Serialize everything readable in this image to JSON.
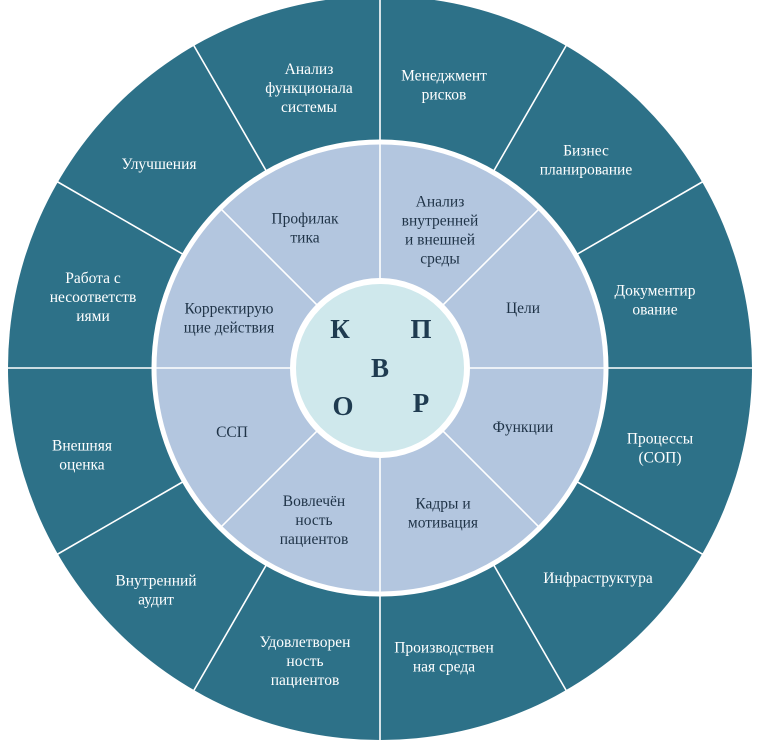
{
  "colors": {
    "outer_ring": "#2d7188",
    "middle_ring": "#b3c6df",
    "inner_circle": "#cfe8ec",
    "separator": "#ffffff",
    "outer_text": "#ffffff",
    "middle_text": "#1f3347",
    "center_text": "#1f3b50"
  },
  "center": {
    "letters": [
      {
        "id": "k",
        "text": "К"
      },
      {
        "id": "p",
        "text": "П"
      },
      {
        "id": "v",
        "text": "В"
      },
      {
        "id": "o",
        "text": "О"
      },
      {
        "id": "r",
        "text": "Р"
      }
    ]
  },
  "middle_ring": [
    {
      "id": "profilaktika",
      "lines": [
        "Профилак",
        "тика"
      ]
    },
    {
      "id": "analiz-sredy",
      "lines": [
        "Анализ",
        "внутренней",
        "и внешней",
        "среды"
      ]
    },
    {
      "id": "tseli",
      "lines": [
        "Цели"
      ]
    },
    {
      "id": "funktsii",
      "lines": [
        "Функции"
      ]
    },
    {
      "id": "kadry",
      "lines": [
        "Кадры и",
        "мотивация"
      ]
    },
    {
      "id": "vovlechennost",
      "lines": [
        "Вовлечён",
        "ность",
        "пациентов"
      ]
    },
    {
      "id": "ssp",
      "lines": [
        "ССП"
      ]
    },
    {
      "id": "korrektiruyushchie",
      "lines": [
        "Корректирую",
        "щие действия"
      ]
    }
  ],
  "outer_ring": [
    {
      "id": "menedzhment-riskov",
      "lines": [
        "Менеджмент",
        "рисков"
      ]
    },
    {
      "id": "biznes-planirovanie",
      "lines": [
        "Бизнес",
        "планирование"
      ]
    },
    {
      "id": "dokumentirovanie",
      "lines": [
        "Документир",
        "ование"
      ]
    },
    {
      "id": "protsessy",
      "lines": [
        "Процессы",
        "(СОП)"
      ]
    },
    {
      "id": "infrastruktura",
      "lines": [
        "Инфраструктура"
      ]
    },
    {
      "id": "proizvodstvennaya-sreda",
      "lines": [
        "Производствен",
        "ная среда"
      ]
    },
    {
      "id": "udovletvorennost",
      "lines": [
        "Удовлетворен",
        "ность",
        "пациентов"
      ]
    },
    {
      "id": "vnutrenniy-audit",
      "lines": [
        "Внутренний",
        "аудит"
      ]
    },
    {
      "id": "vneshnyaya-otsenka",
      "lines": [
        "Внешняя",
        "оценка"
      ]
    },
    {
      "id": "rabota-s-nesootvetstviyami",
      "lines": [
        "Работа с",
        "несоответств",
        "иями"
      ]
    },
    {
      "id": "uluchsheniya",
      "lines": [
        "Улучшения"
      ]
    },
    {
      "id": "analiz-funktsionala",
      "lines": [
        "Анализ",
        "функционала",
        "системы"
      ]
    }
  ]
}
